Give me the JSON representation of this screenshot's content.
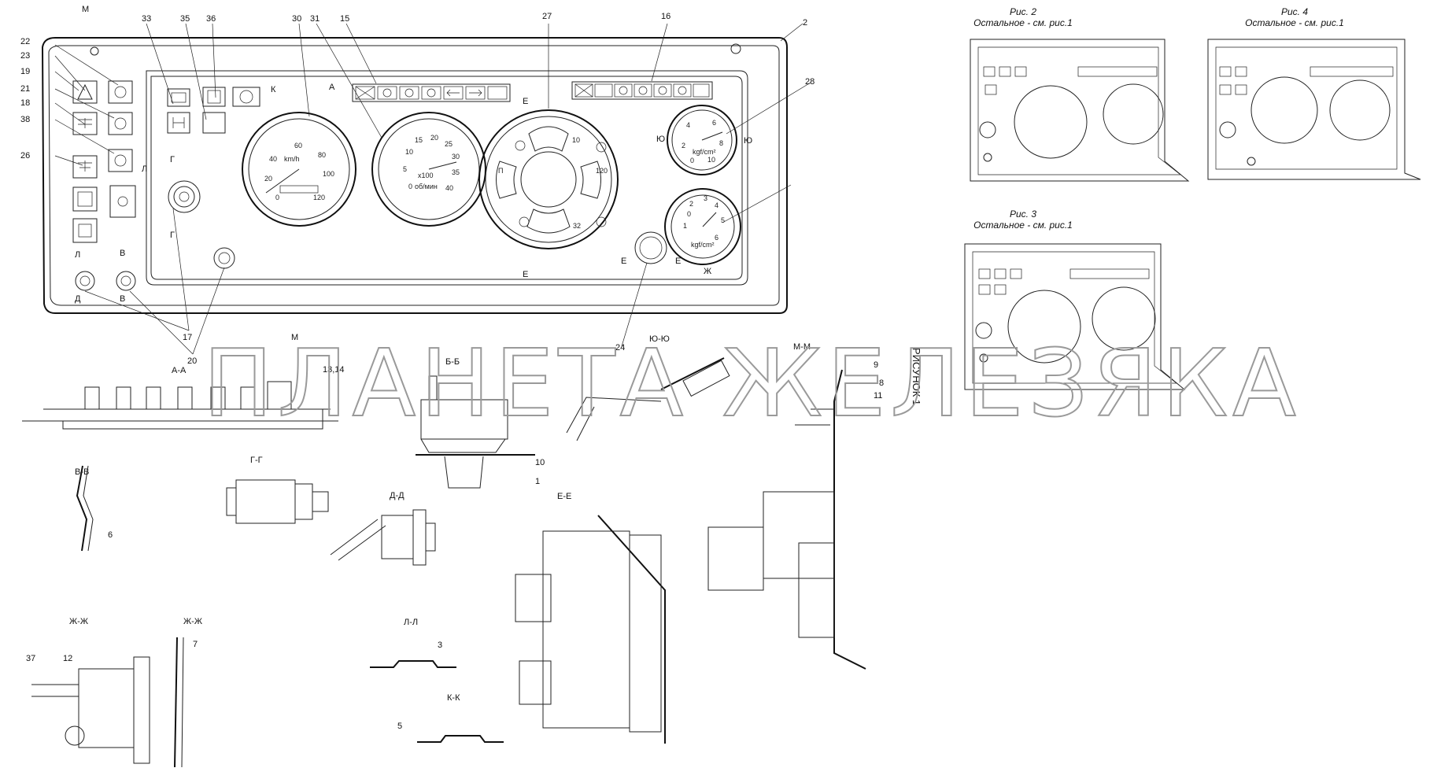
{
  "callouts": [
    "22",
    "23",
    "19",
    "21",
    "18",
    "38",
    "26",
    "33",
    "35",
    "36",
    "30",
    "31",
    "15",
    "27",
    "16",
    "2",
    "28",
    "17",
    "20",
    "24",
    "13,14",
    "9",
    "8",
    "11",
    "10",
    "1",
    "6",
    "37",
    "12",
    "7",
    "3",
    "5"
  ],
  "callout_letters": [
    "М",
    "А",
    "Е",
    "Е",
    "К",
    "Л",
    "Г",
    "Г",
    "Л",
    "Д",
    "В",
    "В",
    "Ю",
    "Ю",
    "Ж",
    "Е",
    "Е",
    "М"
  ],
  "section_labels": {
    "aa": "А-А",
    "bb": "Б-Б",
    "vv": "В-В",
    "gg": "Г-Г",
    "dd": "Д-Д",
    "ee": "Е-Е",
    "zh1": "Ж-Ж",
    "zh2": "Ж-Ж",
    "ll": "Л-Л",
    "kk": "К-К",
    "mm": "М-М",
    "yuyu": "Ю-Ю"
  },
  "figures": {
    "fig2_title": "Рис. 2",
    "fig2_sub": "Остальное - см. рис.1",
    "fig3_title": "Рис. 3",
    "fig3_sub": "Остальное - см. рис.1",
    "fig4_title": "Рис. 4",
    "fig4_sub": "Остальное - см. рис.1"
  },
  "side_label": "РИСУНОК 1",
  "watermark": "ПЛАНЕТА ЖЕЛЕЗЯКА",
  "speedometer": {
    "unit": "km/h",
    "ticks": [
      "20",
      "40",
      "60",
      "80",
      "100",
      "120",
      "0"
    ]
  },
  "tachometer": {
    "unit": "x100",
    "unit2": "об/мин",
    "ticks": [
      "0",
      "5",
      "10",
      "15",
      "20",
      "25",
      "30",
      "35",
      "40"
    ]
  },
  "pressure_gauge_top": {
    "unit": "kgf/cm²",
    "ticks": [
      "0",
      "2",
      "4",
      "6",
      "8",
      "10"
    ]
  },
  "pressure_gauge_bottom": {
    "unit": "kgf/cm²",
    "ticks": [
      "0",
      "1",
      "2",
      "3",
      "4",
      "5",
      "6"
    ]
  },
  "combination_gauge": {
    "ticks": [
      "10",
      "120",
      "32",
      "П"
    ]
  },
  "colors": {
    "line": "#222222",
    "watermark": "#9a9a9a",
    "background": "#ffffff"
  }
}
